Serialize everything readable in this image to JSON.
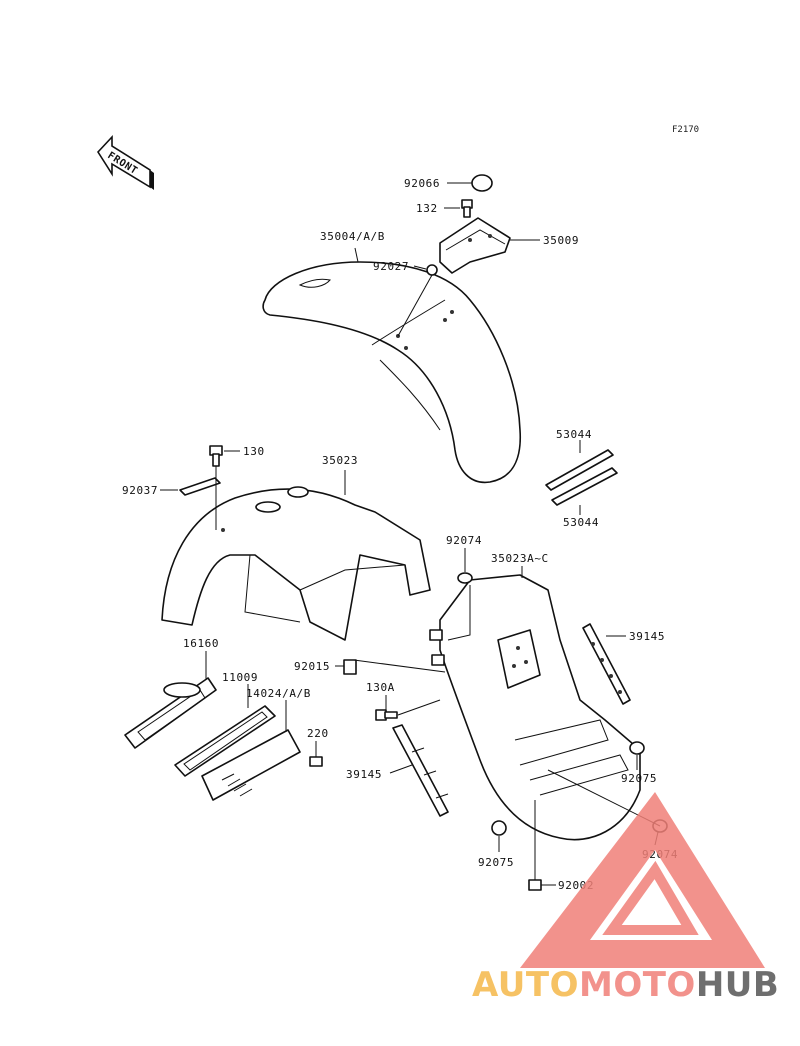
{
  "figure_id": "F2170",
  "front_label": "FRONT",
  "parts": {
    "p92066": "92066",
    "p132": "132",
    "p35009": "35009",
    "p35004": "35004/A/B",
    "p92027": "92027",
    "p53044_top": "53044",
    "p53044_bottom": "53044",
    "p130": "130",
    "p35023": "35023",
    "p92037": "92037",
    "p92074_top": "92074",
    "p35023A": "35023A~C",
    "p39145_right": "39145",
    "p16160": "16160",
    "p11009": "11009",
    "p14024": "14024/A/B",
    "p92015": "92015",
    "p130A": "130A",
    "p220": "220",
    "p39145_left": "39145",
    "p92075_right": "92075",
    "p92074_bottom": "92074",
    "p92075_left": "92075",
    "p92002": "92002"
  },
  "watermark": {
    "part1": "AUTOMOTO",
    "part2": "HUB",
    "colors": {
      "triangle": "#f08078",
      "auto": "#f5b84a",
      "moto": "#f08078",
      "hub": "#555555"
    }
  }
}
